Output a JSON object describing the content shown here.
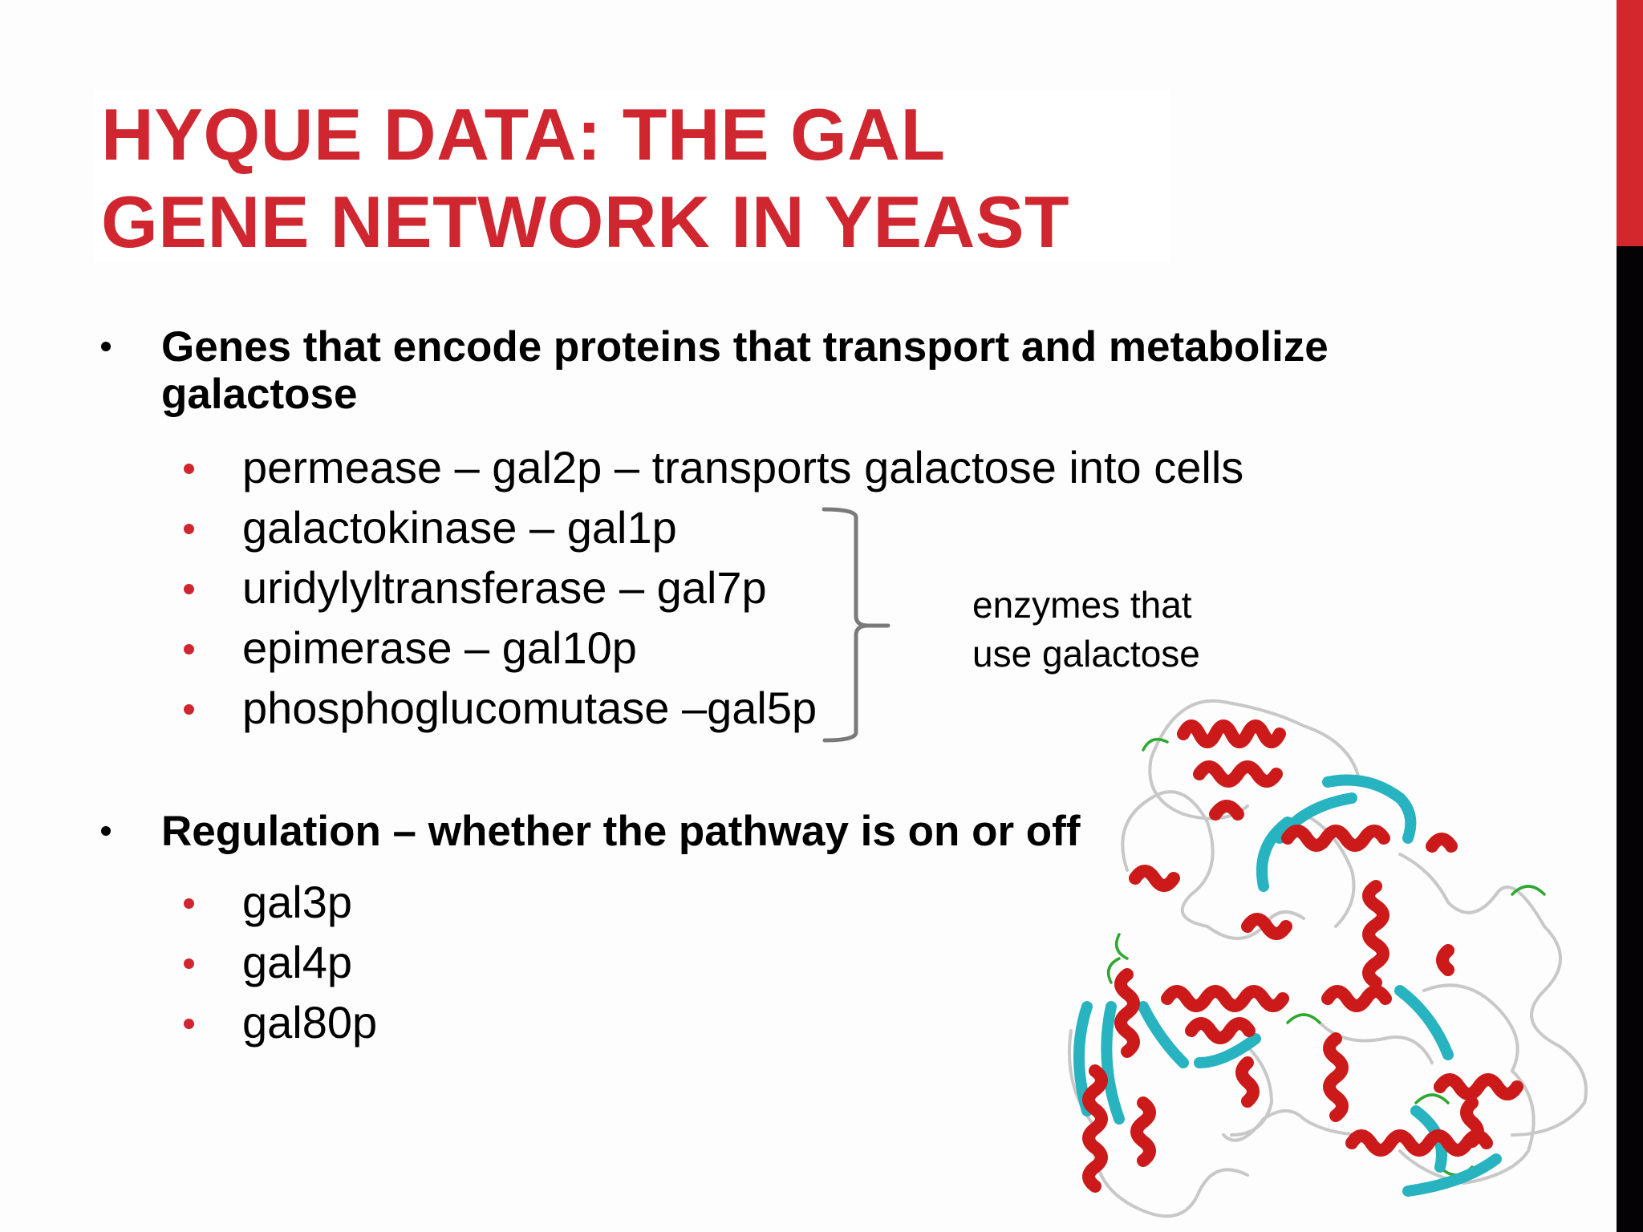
{
  "slide": {
    "title_lines": [
      "HYQUE DATA: THE GAL",
      "GENE NETWORK IN YEAST"
    ],
    "colors": {
      "title": "#d0262f",
      "accent_bar_top": "#d3272e",
      "accent_bar_bottom": "#050205",
      "sub_bullet": "#d0262f",
      "brace": "#7a7a7a",
      "helix": "#cc1a1a",
      "strand": "#27b3bf",
      "coil": "#c8c8c8",
      "turn": "#2ea82e"
    },
    "bullets": [
      {
        "text_lines": [
          "Genes that encode proteins that transport and metabolize",
          "galactose"
        ],
        "sub_items": [
          "permease – gal2p – transports galactose into cells",
          "galactokinase – gal1p",
          "uridylyltransferase – gal7p",
          "epimerase – gal10p",
          "phosphoglucomutase –gal5p"
        ]
      },
      {
        "text_lines": [
          "Regulation – whether the pathway is on or off"
        ],
        "sub_items": [
          "gal3p",
          "gal4p",
          "gal80p"
        ]
      }
    ],
    "brace_note_lines": [
      "enzymes that",
      "use galactose"
    ],
    "image": {
      "label": "protein-ribbon-structure"
    }
  }
}
